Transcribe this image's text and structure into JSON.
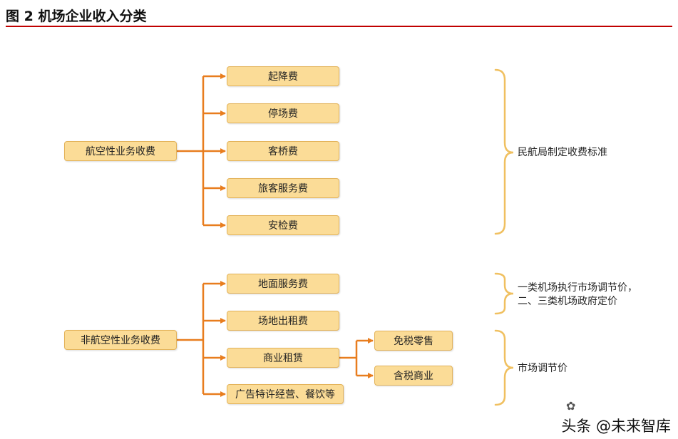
{
  "title": "图 2  机场企业收入分类",
  "aero": {
    "root": "航空性业务收费",
    "items": [
      "起降费",
      "停场费",
      "客桥费",
      "旅客服务费",
      "安检费"
    ],
    "note": "民航局制定收费标准"
  },
  "nonaero": {
    "root": "非航空性业务收费",
    "items": [
      "地面服务费",
      "场地出租费",
      "商业租赁",
      "广告特许经营、餐饮等"
    ],
    "sub_items": [
      "免税零售",
      "含税商业"
    ],
    "note1_line1": "一类机场执行市场调节价，",
    "note1_line2": "二、三类机场政府定价",
    "note2": "市场调节价"
  },
  "watermark": "头条 @未来智库",
  "colors": {
    "line": "#e87d1e",
    "box_fill": "#fbdc97",
    "box_border": "#e3b35a",
    "bracket": "#f0c060",
    "rule": "#c00000"
  }
}
